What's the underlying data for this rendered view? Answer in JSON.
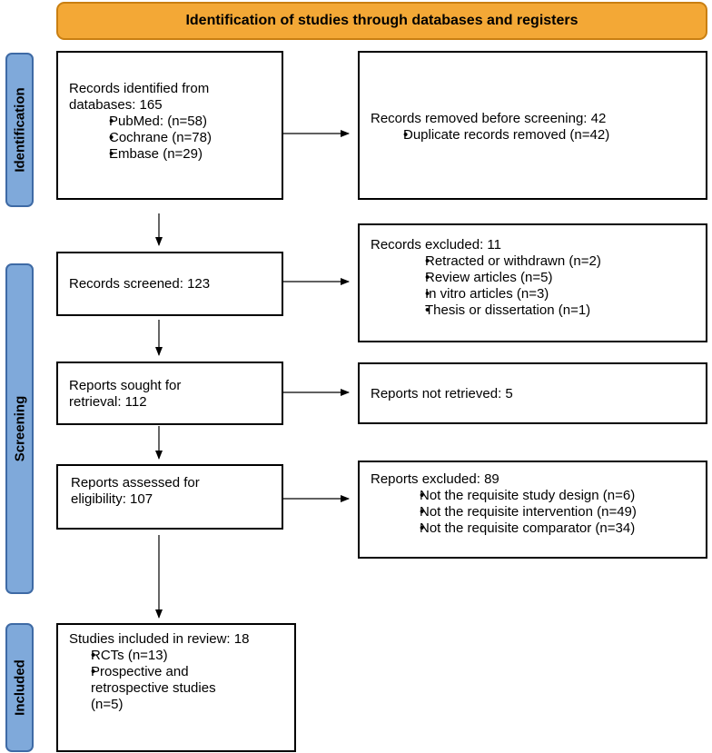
{
  "header": {
    "title": "Identification of studies through databases and registers"
  },
  "stages": {
    "identification": "Identification",
    "screening": "Screening",
    "included": "Included"
  },
  "boxes": {
    "records_identified": {
      "text": "Records identified from databases: 165",
      "items": [
        "PubMed: (n=58)",
        "Cochrane (n=78)",
        "Embase (n=29)"
      ]
    },
    "records_removed": {
      "text": "Records removed before screening: 42",
      "items": [
        "Duplicate records removed (n=42)"
      ]
    },
    "records_screened": {
      "text": "Records screened: 123"
    },
    "records_excluded": {
      "text": "Records excluded: 11",
      "items": [
        "Retracted or withdrawn (n=2)",
        "Review articles (n=5)",
        "In vitro articles (n=3)",
        "Thesis or dissertation (n=1)"
      ]
    },
    "reports_sought": {
      "text": "Reports sought for retrieval: 112"
    },
    "reports_not_retrieved": {
      "text": "Reports not retrieved: 5"
    },
    "reports_assessed": {
      "text": "Reports assessed for eligibility: 107"
    },
    "reports_excluded": {
      "text": "Reports excluded: 89",
      "items": [
        "Not the requisite study design (n=6)",
        "Not the requisite intervention (n=49)",
        "Not the requisite comparator (n=34)"
      ]
    },
    "studies_included": {
      "text": "Studies included in review: 18",
      "items": [
        "RCTs (n=13)",
        "Prospective and retrospective studies (n=5)"
      ]
    }
  }
}
